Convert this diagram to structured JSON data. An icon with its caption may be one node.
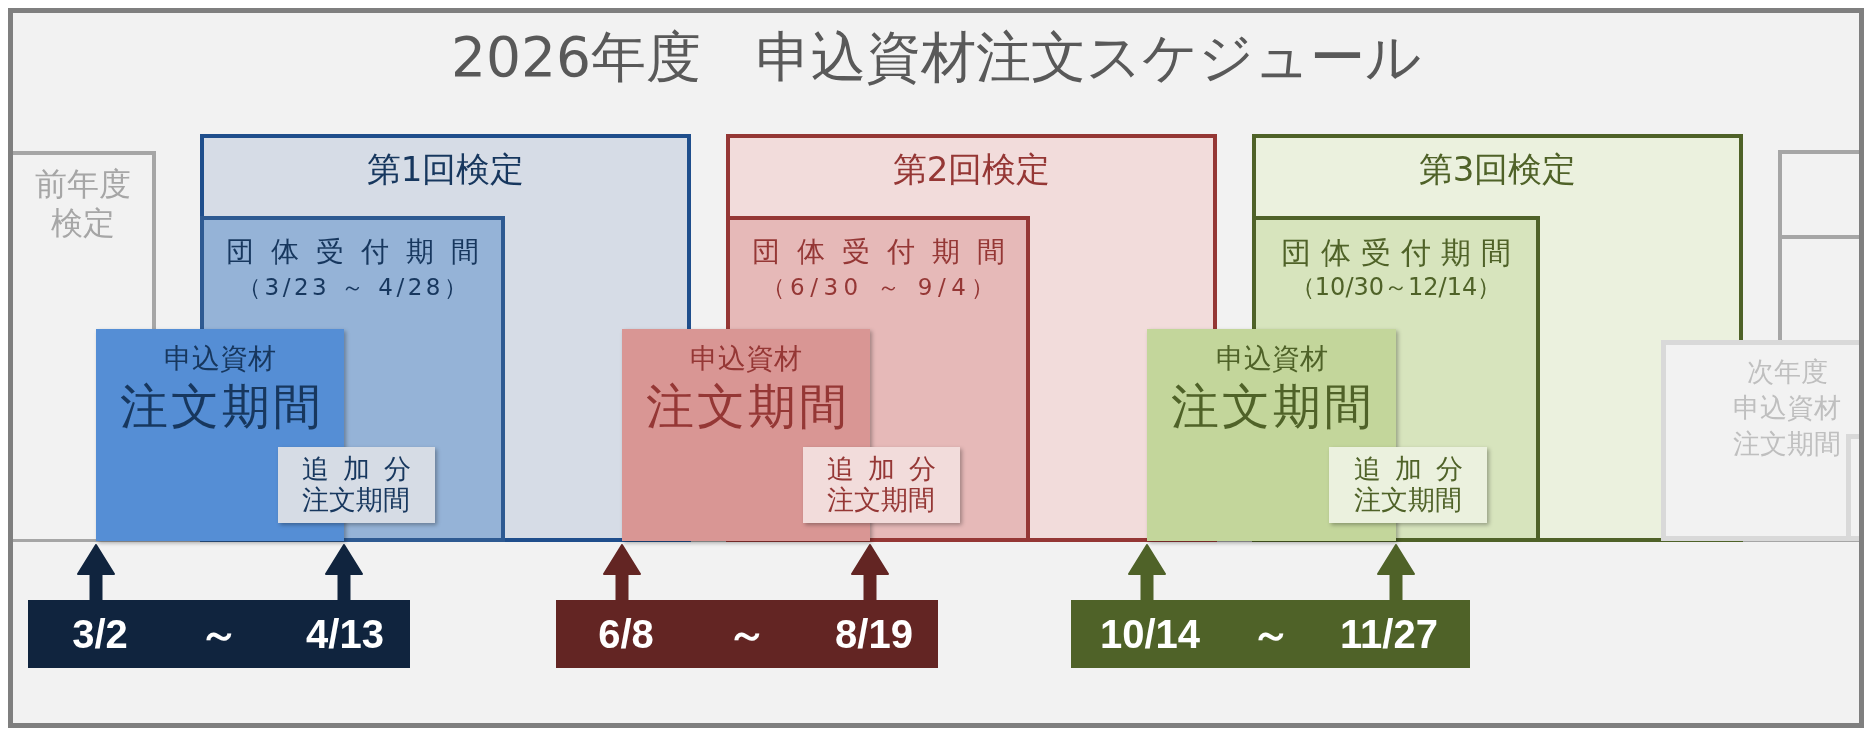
{
  "diagram": {
    "title": "2026年度　申込資材注文スケジュール",
    "nodes": [
      {
        "text": [
          "前年度検定"
        ]
      },
      {
        "text": [
          "第1回検定"
        ]
      },
      {
        "text": [
          "団体受付期間",
          "（3/23 ～ 4/28）"
        ],
        "in": 1
      },
      {
        "text": [
          "申込資材",
          "注文期間"
        ]
      },
      {
        "text": [
          "追加分注文期間"
        ],
        "in": 2
      },
      {
        "text": [
          "第2回検定"
        ]
      },
      {
        "text": [
          "団体受付期間",
          "（6/30 ～ 9/4）"
        ],
        "in": 5
      },
      {
        "text": [
          "申込資材",
          "注文期間"
        ]
      },
      {
        "text": [
          "追加分注文期間"
        ],
        "in": 6
      },
      {
        "text": [
          "第3回検定"
        ]
      },
      {
        "text": [
          "団体受付期間",
          "（10/30～12/14）"
        ],
        "in": 9
      },
      {
        "text": [
          "申込資材",
          "注文期間"
        ]
      },
      {
        "text": [
          "追加分注文期間"
        ],
        "in": 10
      },
      {
        "text": [],
        "shape": "box"
      },
      {
        "text": [],
        "shape": "box",
        "in": 13
      },
      {
        "text": [
          "次年度申込資材注文期間"
        ]
      },
      {
        "text": [],
        "shape": "box",
        "in": 15
      },
      {
        "text": [
          "3/2",
          "～",
          "4/13"
        ]
      },
      {
        "text": [
          "6/8",
          "～",
          "8/19"
        ]
      },
      {
        "text": [
          "10/14",
          "～",
          "11/27"
        ]
      }
    ],
    "edges": [
      {
        "from": 17,
        "to": 3,
        "arrow": "to",
        "color": "#10243e"
      },
      {
        "from": 17,
        "to": 3,
        "arrow": "to",
        "color": "#10243e"
      },
      {
        "from": 18,
        "to": 7,
        "arrow": "to",
        "color": "#632523"
      },
      {
        "from": 18,
        "to": 7,
        "arrow": "to",
        "color": "#632523"
      },
      {
        "from": 19,
        "to": 11,
        "arrow": "to",
        "color": "#4f6228"
      },
      {
        "from": 19,
        "to": 11,
        "arrow": "to",
        "color": "#4f6228"
      }
    ]
  }
}
